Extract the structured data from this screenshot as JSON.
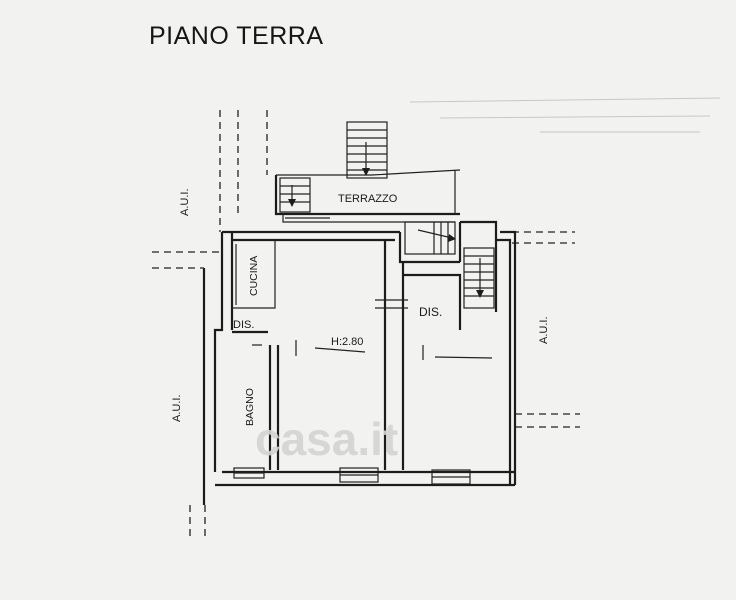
{
  "title": "PIANO TERRA",
  "labels": {
    "aui_left_top": "A.U.I.",
    "aui_left_bottom": "A.U.I.",
    "aui_right": "A.U.I.",
    "terrazzo": "TERRAZZO",
    "cucina": "CUCINA",
    "dis_left": "DIS.",
    "dis_right": "DIS.",
    "height": "H:2.80",
    "bagno": "BAGNO"
  },
  "watermark": "casa.it",
  "colors": {
    "ink": "#1c1c1c",
    "paper": "#f2f2f0",
    "watermark": "#d4d4d2"
  }
}
